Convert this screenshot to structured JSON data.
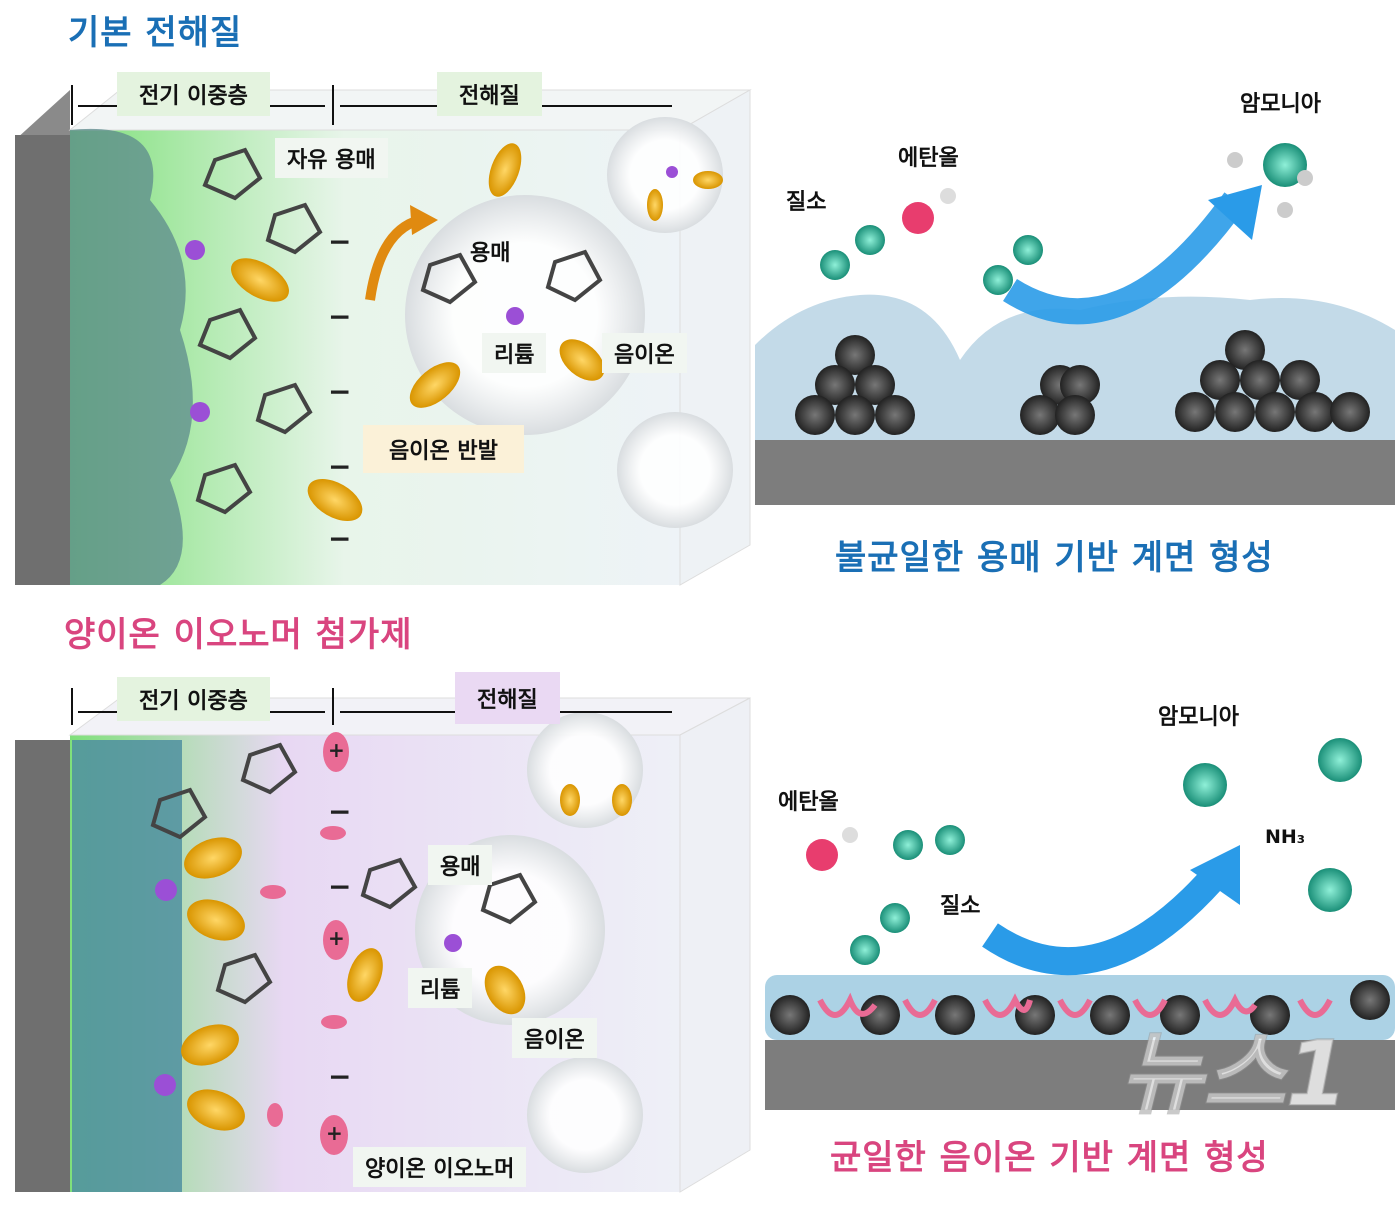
{
  "top": {
    "title": "기본 전해질",
    "title_color": "#1a6fb5",
    "edl_label": "전기 이중층",
    "electrolyte_label": "전해질",
    "free_solvent_label": "자유 용매",
    "solvent_label": "용매",
    "lithium_label": "리튬",
    "anion_label": "음이온",
    "anion_repulsion_label": "음이온 반발",
    "charges": [
      "−",
      "−",
      "−",
      "−",
      "−"
    ],
    "ammonia_label": "암모니아",
    "ethanol_label": "에탄올",
    "nitrogen_label": "질소",
    "caption": "불균일한 용매 기반 계면 형성"
  },
  "bottom": {
    "title": "양이온 이오노머 첨가제",
    "title_color": "#d9457f",
    "edl_label": "전기 이중층",
    "electrolyte_label": "전해질",
    "solvent_label": "용매",
    "lithium_label": "리튬",
    "anion_label": "음이온",
    "ionomer_label": "양이온 이오노머",
    "charges": [
      "+",
      "−",
      "−",
      "+",
      "−",
      "+"
    ],
    "ammonia_label": "암모니아",
    "nh3_label": "NH₃",
    "ethanol_label": "에탄올",
    "nitrogen_label": "질소",
    "caption": "균일한 음이온 기반 계면 형성"
  },
  "watermark": "뉴스1",
  "colors": {
    "lithium": "#9b4fd6",
    "anion": "#e5a91a",
    "ionomer": "#e96b95",
    "nitrogen": "#2fb79a",
    "arrow": "#2a9be8",
    "carbon": "#333333"
  }
}
